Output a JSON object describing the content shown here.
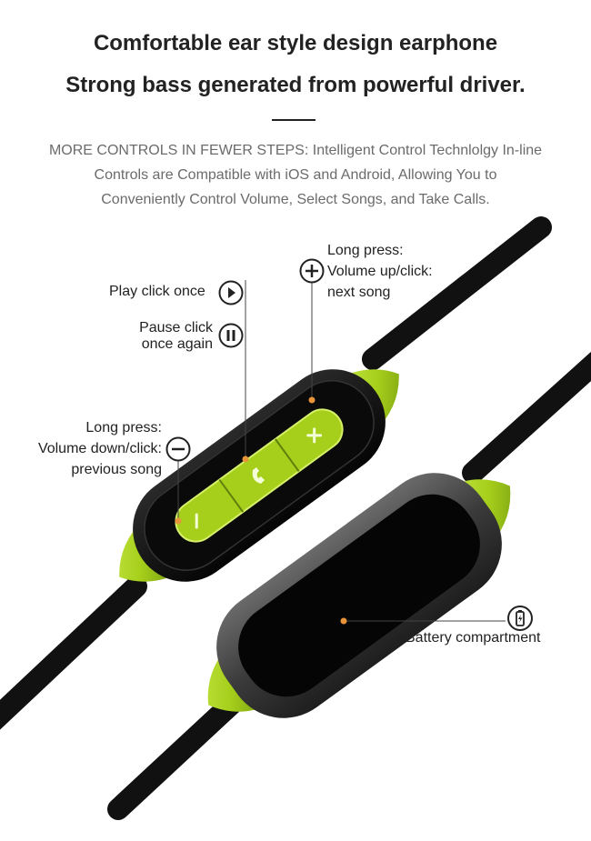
{
  "heading": {
    "line1": "Comfortable ear style design earphone",
    "line2": "Strong bass generated from powerful driver."
  },
  "description": {
    "line1": "MORE CONTROLS IN FEWER STEPS: Intelligent Control Technlolgy In-line",
    "line2": "Controls are Compatible with iOS and Android, Allowing You to",
    "line3": "Conveniently Control Volume, Select Songs, and Take Calls."
  },
  "callouts": {
    "play": {
      "text": "Play click once",
      "icon": "play-icon"
    },
    "pause": {
      "line1": "Pause click",
      "line2": "once again",
      "icon": "pause-icon"
    },
    "volume_up": {
      "line1": "Long press:",
      "line2": "Volume up/click:",
      "line3": "next song",
      "icon": "plus-icon"
    },
    "volume_down": {
      "line1": "Long press:",
      "line2": "Volume down/click:",
      "line3": "previous song",
      "icon": "minus-icon"
    },
    "battery": {
      "text": "Battery compartment",
      "icon": "battery-icon"
    }
  },
  "colors": {
    "accent": "#a6cf1b",
    "cable": "#111111",
    "leader_dot": "#e8943a",
    "text": "#222222",
    "muted_text": "#6b6b6b"
  }
}
